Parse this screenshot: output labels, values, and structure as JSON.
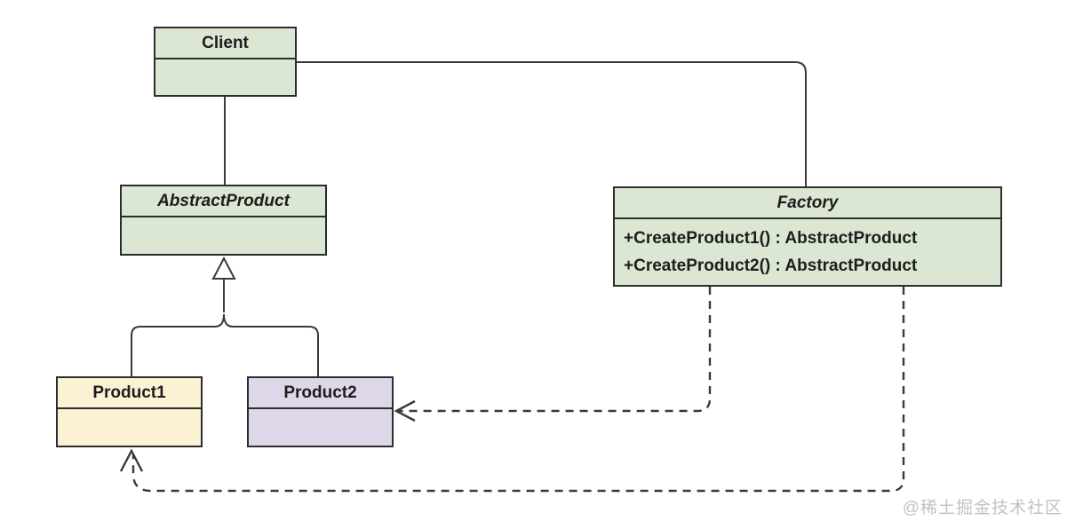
{
  "diagram": {
    "classes": {
      "client": {
        "name": "Client"
      },
      "abstract_product": {
        "name": "AbstractProduct",
        "abstract": true
      },
      "factory": {
        "name": "Factory",
        "abstract": true,
        "methods": [
          "+CreateProduct1() : AbstractProduct",
          "+CreateProduct2() : AbstractProduct"
        ]
      },
      "product1": {
        "name": "Product1"
      },
      "product2": {
        "name": "Product2"
      }
    },
    "edges": [
      {
        "from": "Client",
        "to": "AbstractProduct",
        "type": "association"
      },
      {
        "from": "Client",
        "to": "Factory",
        "type": "association"
      },
      {
        "from": "Product1",
        "to": "AbstractProduct",
        "type": "generalization"
      },
      {
        "from": "Product2",
        "to": "AbstractProduct",
        "type": "generalization"
      },
      {
        "from": "Factory",
        "to": "Product2",
        "type": "dependency"
      },
      {
        "from": "Factory",
        "to": "Product1",
        "type": "dependency"
      }
    ],
    "watermark": "@稀土掘金技术社区",
    "colors": {
      "background": "#ffffff",
      "class_fill_green": "#dbe7d2",
      "class_fill_yellow": "#fbf2d3",
      "class_fill_purple": "#ded7e9",
      "border": "#2d2d2d",
      "connector": "#3a3a3a",
      "watermark_color": "#c2c2c2"
    }
  }
}
